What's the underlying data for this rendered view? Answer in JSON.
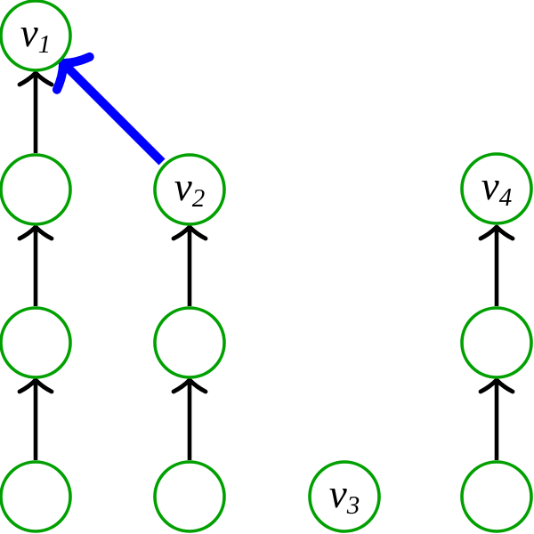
{
  "diagram": {
    "description": "Directed graph of four upward chains of circular nodes; highlighted edge from v2 to v1",
    "background": "#ffffff",
    "node_stroke_color": "#00a000",
    "node_fill_color": "#ffffff",
    "edge_color": "#000000",
    "highlight_edge_color": "#0000ff",
    "labels": {
      "v1": {
        "base": "v",
        "sub": "1"
      },
      "v2": {
        "base": "v",
        "sub": "2"
      },
      "v3": {
        "base": "v",
        "sub": "3"
      },
      "v4": {
        "base": "v",
        "sub": "4"
      }
    },
    "nodes": [
      {
        "id": "v1",
        "label": "v1",
        "column": 1,
        "row": "top"
      },
      {
        "id": "a1",
        "label": "",
        "column": 1,
        "row": "second"
      },
      {
        "id": "a2",
        "label": "",
        "column": 1,
        "row": "third"
      },
      {
        "id": "a3",
        "label": "",
        "column": 1,
        "row": "bottom"
      },
      {
        "id": "v2",
        "label": "v2",
        "column": 2,
        "row": "second"
      },
      {
        "id": "b1",
        "label": "",
        "column": 2,
        "row": "third"
      },
      {
        "id": "b2",
        "label": "",
        "column": 2,
        "row": "bottom"
      },
      {
        "id": "v3",
        "label": "v3",
        "column": 3,
        "row": "bottom"
      },
      {
        "id": "v4",
        "label": "v4",
        "column": 4,
        "row": "second"
      },
      {
        "id": "c1",
        "label": "",
        "column": 4,
        "row": "third"
      },
      {
        "id": "c2",
        "label": "",
        "column": 4,
        "row": "bottom"
      }
    ],
    "edges": [
      {
        "from": "a1",
        "to": "v1",
        "style": "normal"
      },
      {
        "from": "a2",
        "to": "a1",
        "style": "normal"
      },
      {
        "from": "a3",
        "to": "a2",
        "style": "normal"
      },
      {
        "from": "b1",
        "to": "v2",
        "style": "normal"
      },
      {
        "from": "b2",
        "to": "b1",
        "style": "normal"
      },
      {
        "from": "c1",
        "to": "v4",
        "style": "normal"
      },
      {
        "from": "c2",
        "to": "c1",
        "style": "normal"
      },
      {
        "from": "v2",
        "to": "v1",
        "style": "highlight"
      }
    ]
  }
}
